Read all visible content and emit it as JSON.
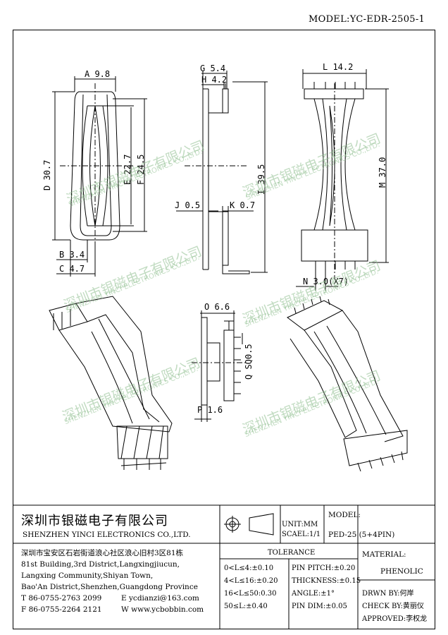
{
  "model_header": "MODEL:YC-EDR-2505-1",
  "dimensions": {
    "A": "A 9.8",
    "D": "D 30.7",
    "E": "E 22.7",
    "F": "F 24.5",
    "B": "B 3.4",
    "C": "C 4.7",
    "G": "G 5.4",
    "H": "H 4.2",
    "I": "I 39.5",
    "J": "J 0.5",
    "K": "K 0.7",
    "L": "L 14.2",
    "M": "M 37.0",
    "N": "N 3.0(X7)",
    "O": "O 6.6",
    "P": "P 1.6",
    "Q": "Q SQ0.5"
  },
  "watermark": {
    "cn": "深圳市银磁电子有限公司",
    "en": "SHENZHEN YINCI ELECTRONICS CO.,LTD."
  },
  "title_block": {
    "company_cn": "深圳市银磁电子有限公司",
    "company_en": "SHENZHEN YINCI ELECTRONICS CO.,LTD.",
    "unit": "UNIT:MM",
    "scale": "SCAEL:1/1",
    "model_label": "MODEL:",
    "model_value": "PED-25 (5+4PIN)",
    "address_cn": "深圳市宝安区石岩街道浪心社区浪心旧村3区81栋",
    "address_en_1": "81st Building,3rd District,Langxingjiucun,",
    "address_en_2": "Langxing Community,Shiyan Town,",
    "address_en_3": "Bao'An District,Shenzhen,Guangdong Province",
    "tel": "T 86-0755-2763 2099",
    "email": "E ycdianzi@163.com",
    "fax": "F 86-0755-2264 2121",
    "web": "W www.ycbobbin.com",
    "tolerance_title": "TOLERANCE",
    "tol_1": "0<L≤4:±0.10",
    "tol_2": "4<L≤16:±0.20",
    "tol_3": "16<L≤50:0.30",
    "tol_4": "50≤L:±0.40",
    "pin_pitch": "PIN PITCH:±0.20",
    "thickness": "THICKNESS:±0.15",
    "angle": "ANGLE:±1°",
    "pin_dim": "PIN DIM:±0.05",
    "material_label": "MATERIAL:",
    "material_value": "PHENOLIC",
    "drawn_by": "DRWN BY:何岸",
    "check_by": "CHECK BY:黄丽仪",
    "approved": "APPROVED:李权龙"
  }
}
